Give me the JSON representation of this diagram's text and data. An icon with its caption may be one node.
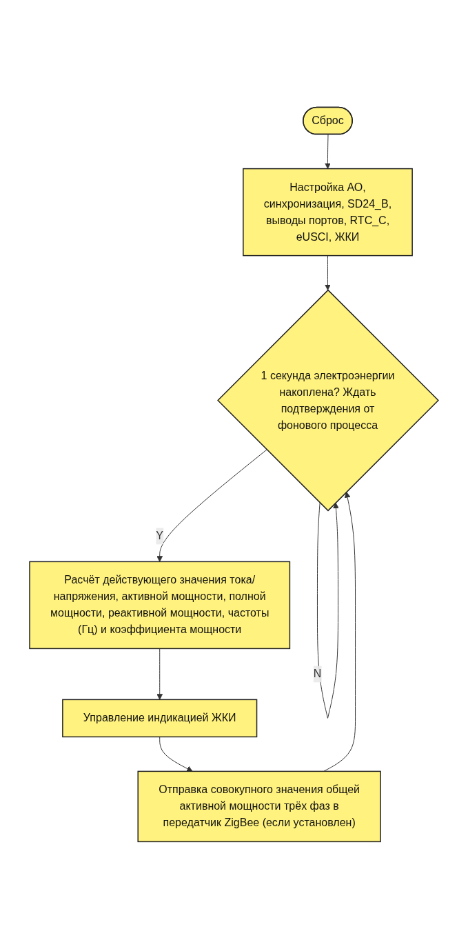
{
  "diagram": {
    "nodes": [
      {
        "text": [
          "Сброс"
        ]
      },
      {
        "text": [
          "Настройка АО, синхронизация, SD24_B, выводы портов, RTC_C, eUSCI, ЖКИ"
        ]
      },
      {
        "text": [
          "1 секунда электроэнергии накоплена? Ждать подтверждения от фонового процесса"
        ]
      },
      {
        "text": [
          "Расчёт действующего значения тока/ напряжения, активной мощности, полной мощности, реактивной мощности, частоты (Гц) и коэффициента мощности"
        ]
      },
      {
        "text": [
          "Управление индикацией ЖКИ"
        ]
      },
      {
        "text": [
          "Отправка совокупного значения общей активной мощности трёх фаз в передатчик ZigBee (если установлен)"
        ]
      }
    ],
    "edges": [
      {
        "from": 0,
        "to": 1,
        "arrow": "to"
      },
      {
        "from": 1,
        "to": 2,
        "arrow": "to"
      },
      {
        "from": 2,
        "to": 3,
        "label": "Y",
        "arrow": "to"
      },
      {
        "from": 3,
        "to": 4,
        "arrow": "to"
      },
      {
        "from": 4,
        "to": 5,
        "arrow": "to"
      },
      {
        "from": 5,
        "to": 2,
        "arrow": "to"
      },
      {
        "from": 2,
        "to": 2,
        "label": "N",
        "arrow": "to"
      }
    ]
  }
}
